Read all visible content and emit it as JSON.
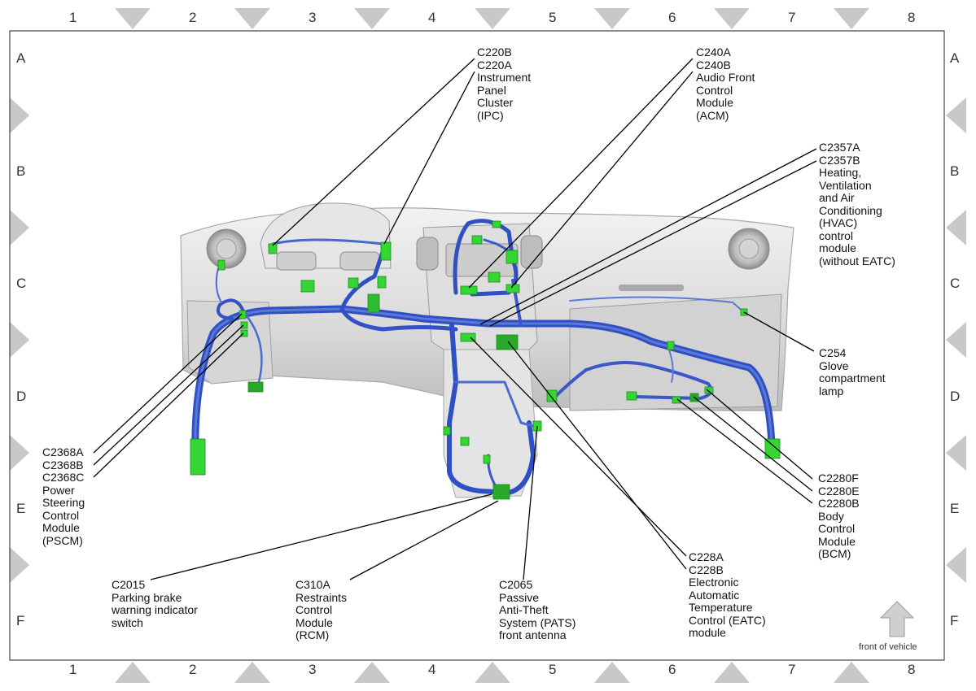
{
  "grid": {
    "columns": [
      "1",
      "2",
      "3",
      "4",
      "5",
      "6",
      "7",
      "8"
    ],
    "rows": [
      "A",
      "B",
      "C",
      "D",
      "E",
      "F"
    ]
  },
  "callouts": {
    "c220": [
      "C220B",
      "C220A",
      "Instrument",
      "Panel",
      "Cluster",
      "(IPC)"
    ],
    "c240": [
      "C240A",
      "C240B",
      "Audio Front",
      "Control",
      "Module",
      "(ACM)"
    ],
    "c2357": [
      "C2357A",
      "C2357B",
      "Heating,",
      "Ventilation",
      "and Air",
      "Conditioning",
      "(HVAC)",
      "control",
      "module",
      "(without EATC)"
    ],
    "c254": [
      "C254",
      "Glove",
      "compartment",
      "lamp"
    ],
    "c2368": [
      "C2368A",
      "C2368B",
      "C2368C",
      "Power",
      "Steering",
      "Control",
      "Module",
      "(PSCM)"
    ],
    "c2280": [
      "C2280F",
      "C2280E",
      "C2280B",
      "Body",
      "Control",
      "Module",
      "(BCM)"
    ],
    "c228": [
      "C228A",
      "C228B",
      "Electronic",
      "Automatic",
      "Temperature",
      "Control (EATC)",
      "module"
    ],
    "c2065": [
      "C2065",
      "Passive",
      "Anti-Theft",
      "System (PATS)",
      "front antenna"
    ],
    "c310": [
      "C310A",
      "Restraints",
      "Control",
      "Module",
      "(RCM)"
    ],
    "c2015": [
      "C2015",
      "Parking brake",
      "warning indicator",
      "switch"
    ]
  },
  "orientation_label": "front of vehicle",
  "colors": {
    "harness": "#2f4fc4",
    "harness_light": "#5b78d6",
    "connector": "#33d633",
    "dash": "#c9c9c9",
    "dash_dark": "#9c9c9c",
    "frame_marks": "#c8c8c8"
  }
}
